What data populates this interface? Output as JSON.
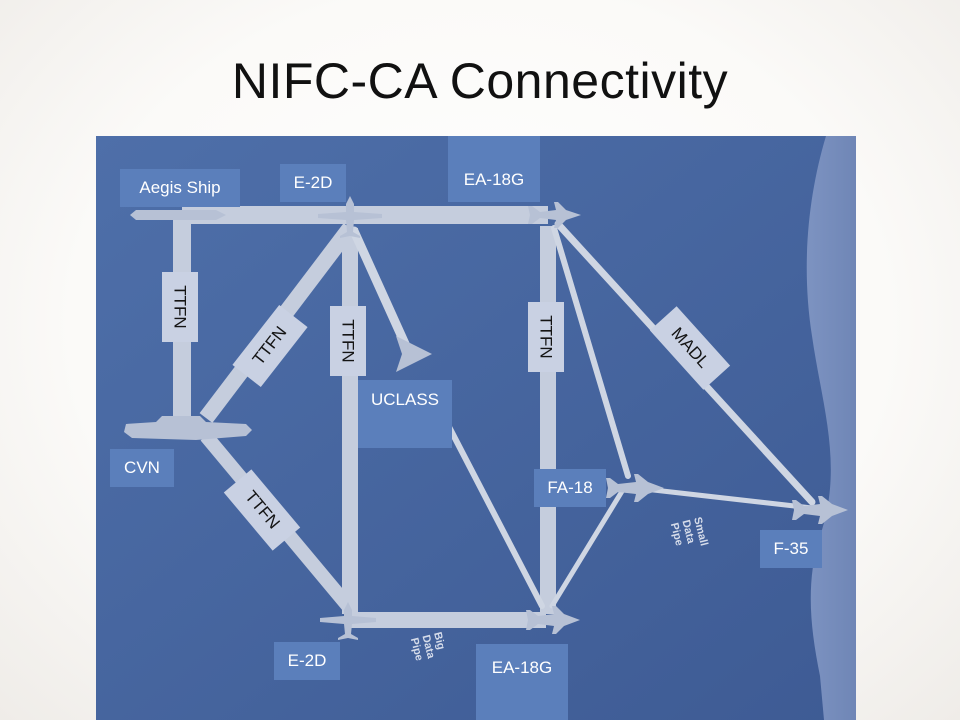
{
  "slide": {
    "title": "NIFC-CA Connectivity"
  },
  "nodes": {
    "aegis_ship": "Aegis Ship",
    "e2d_top": "E-2D",
    "ea18g_top": "EA-18G",
    "uclass": "UCLASS",
    "cvn": "CVN",
    "fa18": "FA-18",
    "f35": "F-35",
    "e2d_bottom": "E-2D",
    "ea18g_bottom": "EA-18G"
  },
  "links": {
    "ttfn_label": "TTFN",
    "madl_label": "MADL"
  },
  "annotations": {
    "small_pipe": [
      "Small",
      "Data",
      "Pipe"
    ],
    "big_pipe": [
      "Big",
      "Data",
      "Pipe"
    ]
  },
  "colors": {
    "background": "#4a6aa3",
    "node_box": "#5b7fbb",
    "link_box": "#c9d1e3",
    "link_line": "#c8d0de",
    "aircraft": "#b9c3d6"
  },
  "icons": {
    "ship": "ship-silhouette-icon",
    "carrier": "carrier-silhouette-icon",
    "aircraft": "aircraft-silhouette-icon",
    "drone": "drone-silhouette-icon"
  }
}
